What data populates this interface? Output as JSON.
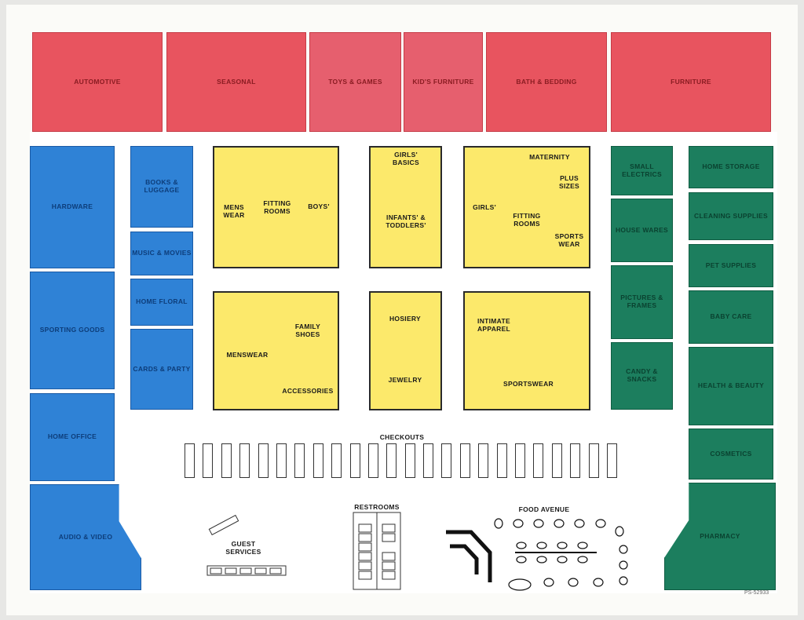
{
  "top_row": {
    "automotive": "AUTOMOTIVE",
    "seasonal": "SEASONAL",
    "toys_games": "TOYS & GAMES",
    "kids_furniture": "KID'S FURNITURE",
    "bath_bedding": "BATH & BEDDING",
    "furniture": "FURNITURE"
  },
  "left_wall": {
    "hardware": "HARDWARE",
    "sporting_goods": "SPORTING GOODS",
    "home_office": "HOME OFFICE",
    "audio_video": "AUDIO & VIDEO"
  },
  "left_inner": {
    "books_luggage": "BOOKS & LUGGAGE",
    "music_movies": "MUSIC & MOVIES",
    "home_floral": "HOME FLORAL",
    "cards_party": "CARDS & PARTY"
  },
  "apparel": {
    "mens_wear": "MENS WEAR",
    "fitting_rooms_1": "FITTING ROOMS",
    "boys": "BOYS'",
    "girls_basics": "GIRLS' BASICS",
    "infants_toddlers": "INFANTS' & TODDLERS'",
    "maternity": "MATERNITY",
    "plus_sizes": "PLUS SIZES",
    "girls": "GIRLS'",
    "fitting_rooms_2": "FITTING ROOMS",
    "sports_wear": "SPORTS WEAR",
    "family_shoes": "FAMILY SHOES",
    "menswear": "MENSWEAR",
    "accessories": "ACCESSORIES",
    "hosiery": "HOSIERY",
    "jewelry": "JEWELRY",
    "intimate_apparel": "INTIMATE APPAREL",
    "sportswear": "SPORTSWEAR"
  },
  "right_inner": {
    "small_electrics": "SMALL ELECTRICS",
    "house_wares": "HOUSE WARES",
    "pictures_frames": "PICTURES & FRAMES",
    "candy_snacks": "CANDY & SNACKS"
  },
  "right_wall": {
    "home_storage": "HOME STORAGE",
    "cleaning_supplies": "CLEANING SUPPLIES",
    "pet_supplies": "PET SUPPLIES",
    "baby_care": "BABY CARE",
    "health_beauty": "HEALTH & BEAUTY",
    "cosmetics": "COSMETICS",
    "pharmacy": "PHARMACY"
  },
  "front": {
    "checkouts": "CHECKOUTS",
    "checkout_count": 24,
    "restrooms": "RESTROOMS",
    "food_avenue": "FOOD AVENUE",
    "guest_services": "GUEST SERVICES"
  },
  "code": "PS-52933",
  "colors": {
    "red": "#e8545f",
    "blue": "#2f82d6",
    "green": "#1c7e5e",
    "yellow": "#fce96b"
  }
}
